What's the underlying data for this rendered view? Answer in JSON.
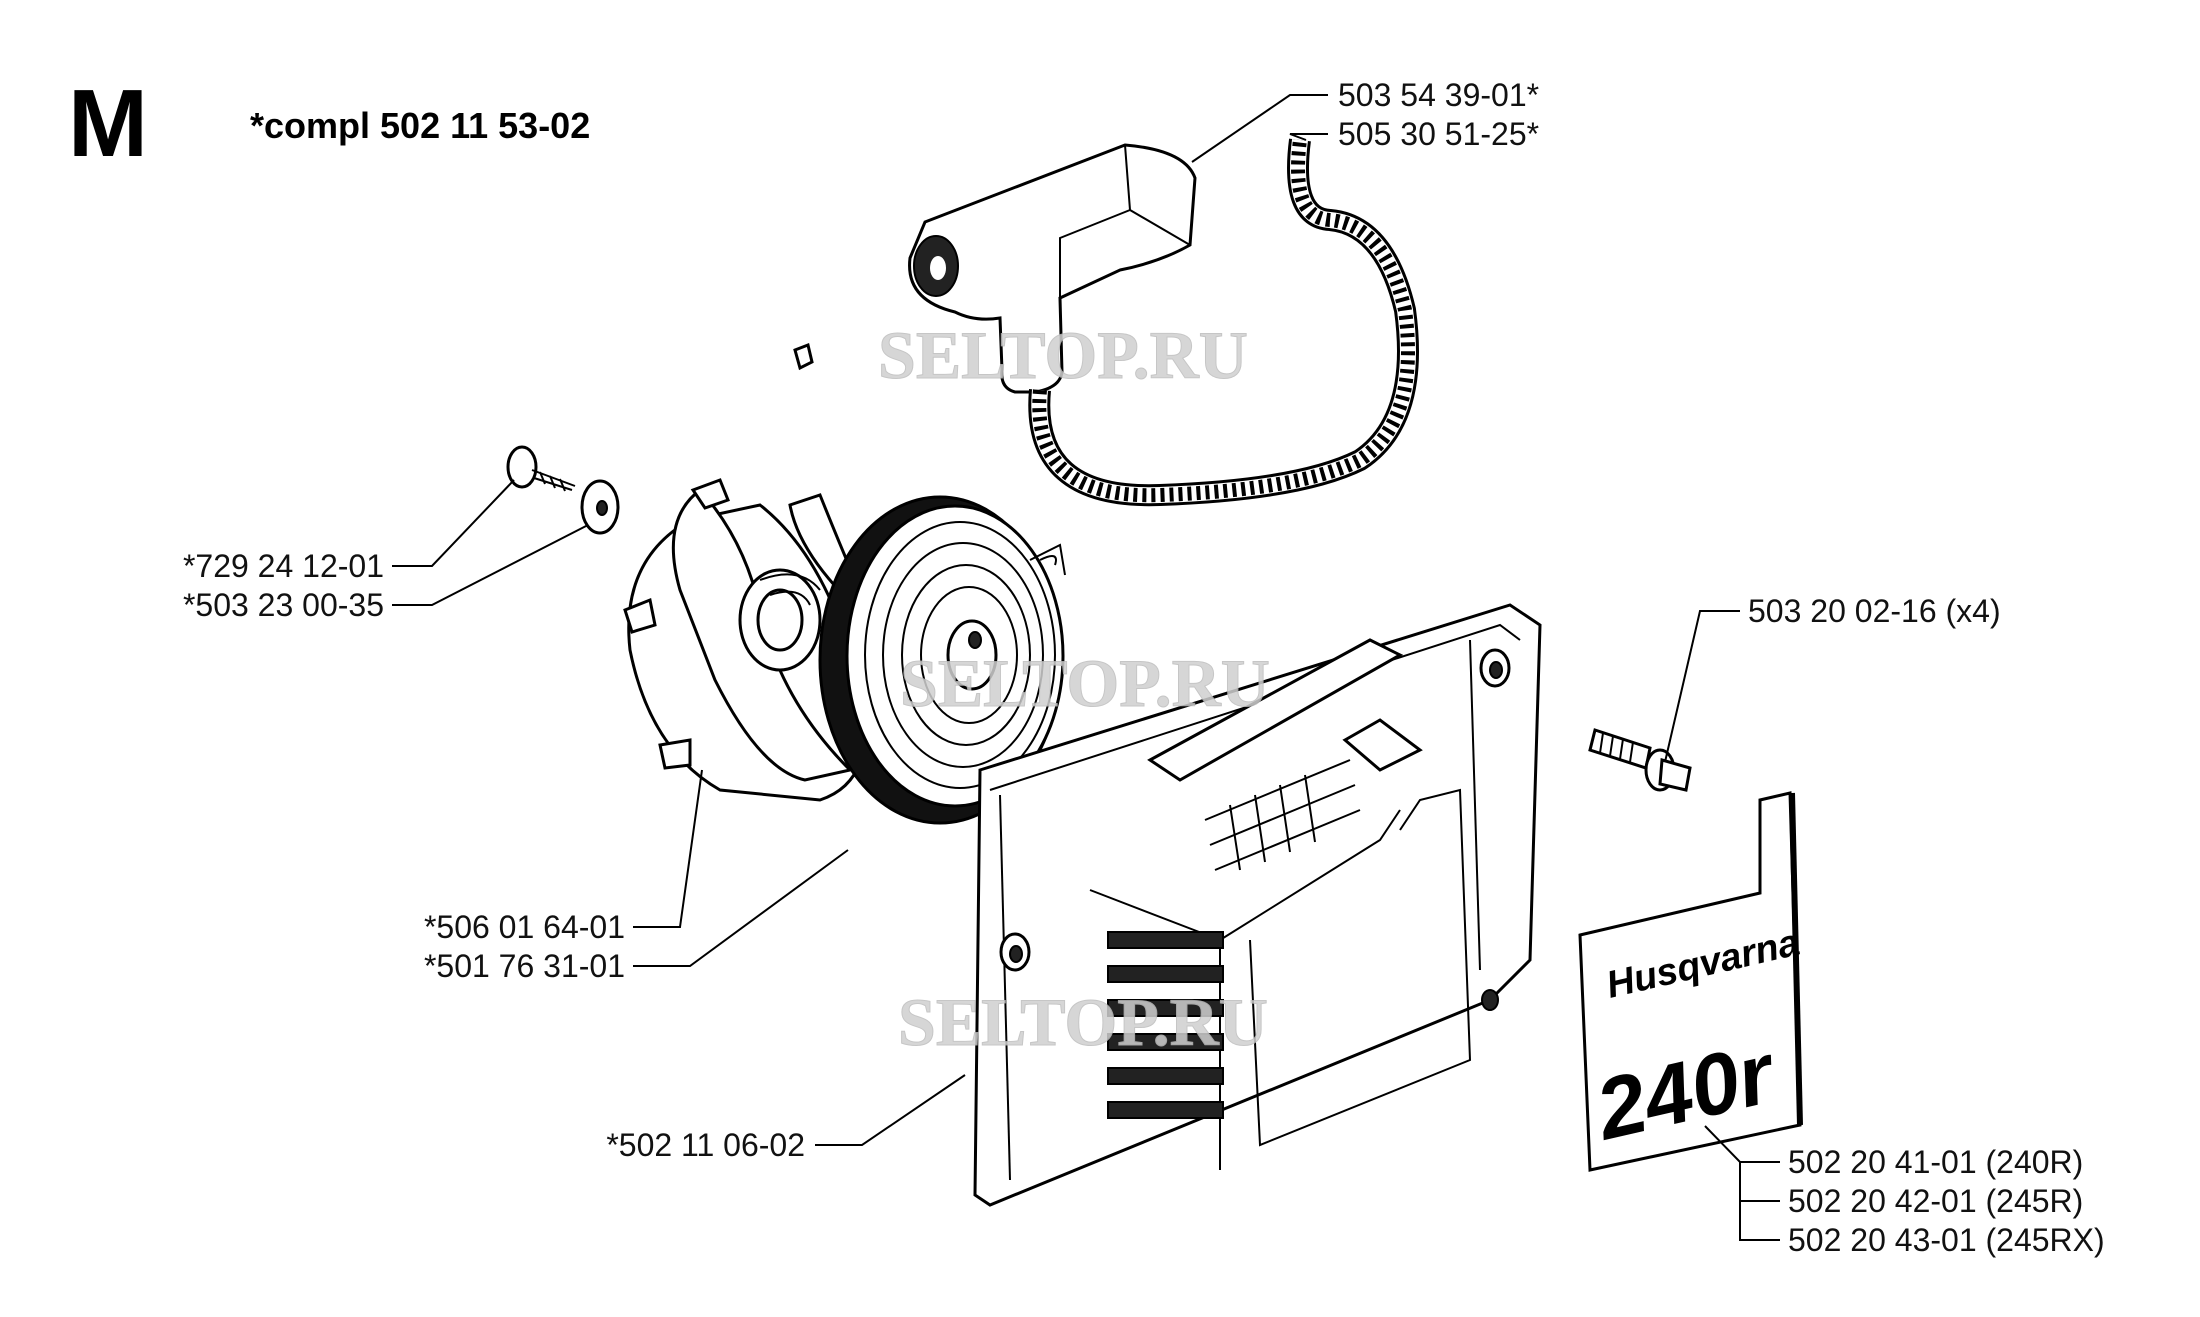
{
  "section_letter": "M",
  "assembly_note": "*compl 502 11 53-02",
  "watermark": "SELTOP.RU",
  "decal": {
    "brand": "Husqvarna",
    "model": "240r"
  },
  "callouts": {
    "handle": "503 54 39-01*",
    "cord": "505 30 51-25*",
    "screw_small": "*729 24 12-01",
    "washer": "*503 23 00-35",
    "pulley": "*506 01 64-01",
    "spring": "*501 76 31-01",
    "cover": "*502 11 06-02",
    "bolt": "503 20 02-16 (x4)",
    "decal_240r": "502 20 41-01 (240R)",
    "decal_245r": "502 20 42-01 (245R)",
    "decal_245rx": "502 20 43-01 (245RX)"
  }
}
